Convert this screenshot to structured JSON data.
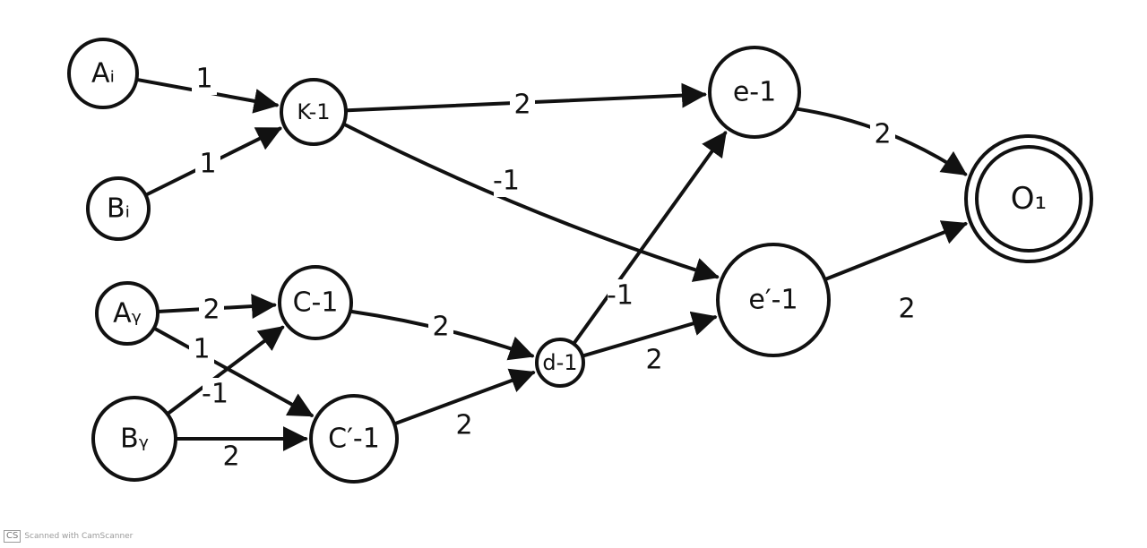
{
  "diagram": {
    "nodes": [
      {
        "id": "A1",
        "label": "Aᵢ"
      },
      {
        "id": "B1",
        "label": "Bᵢ"
      },
      {
        "id": "A2",
        "label": "Aᵧ"
      },
      {
        "id": "B2",
        "label": "Bᵧ"
      },
      {
        "id": "K1",
        "label": "K-1"
      },
      {
        "id": "C1",
        "label": "C-1"
      },
      {
        "id": "C2",
        "label": "C′-1"
      },
      {
        "id": "D1",
        "label": "d-1"
      },
      {
        "id": "E1",
        "label": "e-1"
      },
      {
        "id": "E2",
        "label": "e′-1"
      },
      {
        "id": "O1",
        "label": "O₁"
      }
    ],
    "edges": [
      {
        "id": "A1-K1",
        "from": "A1",
        "to": "K1",
        "weight": "1"
      },
      {
        "id": "B1-K1",
        "from": "B1",
        "to": "K1",
        "weight": "1"
      },
      {
        "id": "K1-E1",
        "from": "K1",
        "to": "E1",
        "weight": "2"
      },
      {
        "id": "K1-E2",
        "from": "K1",
        "to": "E2",
        "weight": "-1"
      },
      {
        "id": "A2-C1",
        "from": "A2",
        "to": "C1",
        "weight": "2"
      },
      {
        "id": "A2-C2",
        "from": "A2",
        "to": "C2",
        "weight": "1"
      },
      {
        "id": "B2-C1",
        "from": "B2",
        "to": "C1",
        "weight": "-1"
      },
      {
        "id": "B2-C2",
        "from": "B2",
        "to": "C2",
        "weight": "2"
      },
      {
        "id": "C1-D1",
        "from": "C1",
        "to": "D1",
        "weight": "2"
      },
      {
        "id": "C2-D1",
        "from": "C2",
        "to": "D1",
        "weight": "2"
      },
      {
        "id": "D1-E1",
        "from": "D1",
        "to": "E1",
        "weight": "-1"
      },
      {
        "id": "D1-E2",
        "from": "D1",
        "to": "E2",
        "weight": "2"
      },
      {
        "id": "E1-O1",
        "from": "E1",
        "to": "O1",
        "weight": "2"
      },
      {
        "id": "E2-O1",
        "from": "E2",
        "to": "O1",
        "weight": "2"
      }
    ]
  },
  "watermark": {
    "badge": "CS",
    "text": "Scanned with CamScanner"
  },
  "colors": {
    "ink": "#111111",
    "paper": "#ffffff",
    "watermark": "#9a9a9a"
  }
}
